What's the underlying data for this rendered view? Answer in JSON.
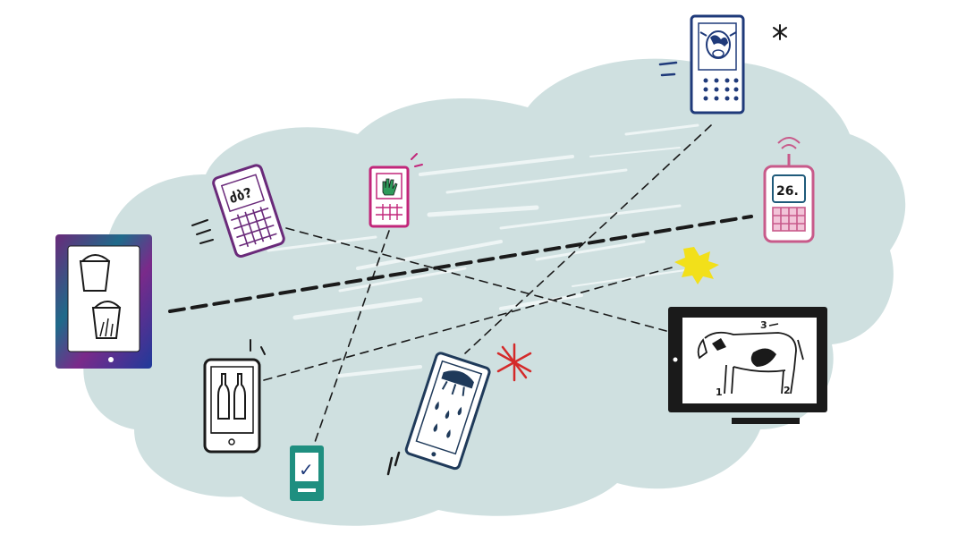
{
  "illustration": {
    "palette": {
      "cloud": "#cfe0e0",
      "cloud_streak": "#eef5f5",
      "ink": "#1a1a1a",
      "navy": "#1f3a7a",
      "magenta": "#c2267a",
      "purple": "#6a2a7a",
      "teal": "#1f8f80",
      "green": "#2e9a5a",
      "yellow": "#f2e01a",
      "red": "#d42a2a",
      "screen": "#ffffff"
    },
    "labels": {
      "old_phone_glyphs": "ძბ?",
      "pink_phone_display": "26.",
      "cow_tv_number_1": "1",
      "cow_tv_number_2": "2",
      "cow_tv_number_3": "3",
      "check_mark": "✓"
    }
  }
}
